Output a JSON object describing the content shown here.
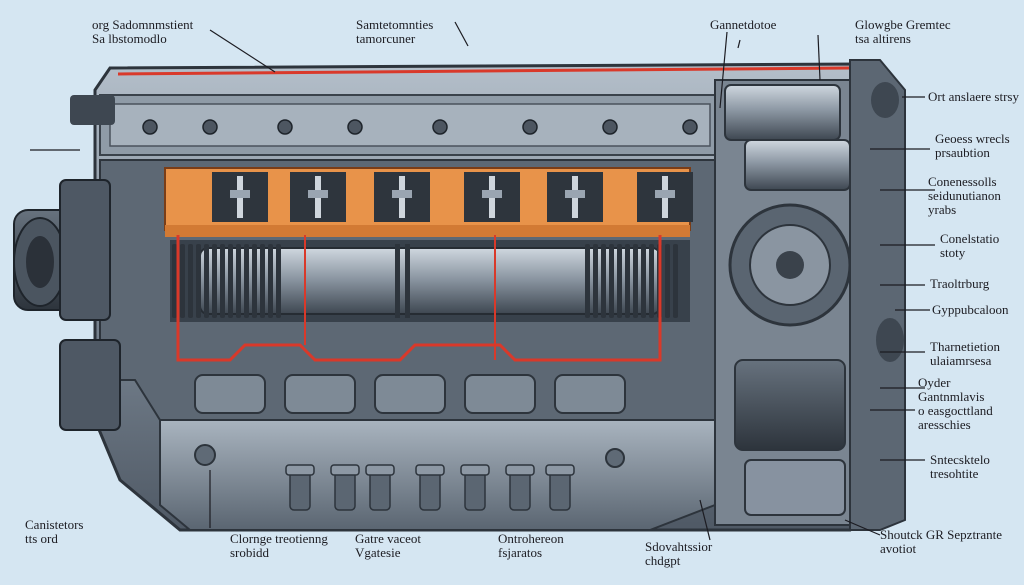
{
  "colors": {
    "background": "#d5e6f2",
    "housing": "#6f7b88",
    "housing_light": "#9aa6b3",
    "housing_dark": "#3f4853",
    "accent_orange": "#e8934a",
    "accent_red": "#d9392a",
    "leader_line": "#1c1c22"
  },
  "labels": {
    "top_left": [
      "org Sadomnmstient",
      "Sa lbstomodlo"
    ],
    "top_center": [
      "Samtetomnties",
      "tamorcuner"
    ],
    "top_right_a": [
      "Gannetdotoe"
    ],
    "top_right_b": [
      "Glowgbe Gremtec",
      "tsa altirens"
    ],
    "right_1": [
      "Ort anslaere strsy"
    ],
    "right_2": [
      "Geoess wrecls",
      "prsaubtion"
    ],
    "right_3": [
      "Conenessolls",
      "seidunutianon",
      "yrabs"
    ],
    "right_4": [
      "Conelstatio",
      "stoty"
    ],
    "right_5": [
      "Traoltrburg"
    ],
    "right_6": [
      "Gyppubcaloon"
    ],
    "right_7": [
      "Tharnetietion",
      "ulaiamrsesa"
    ],
    "right_8": [
      "Oyder",
      "Gantnmlavis",
      "o easgocttland",
      "aresschies"
    ],
    "right_9": [
      "Sntecsktelo",
      "tresohtite"
    ],
    "bottom_left": [
      "Canistetors",
      "tts ord"
    ],
    "bottom_1": [
      "Clornge treotienng",
      "srobidd"
    ],
    "bottom_2": [
      "Gatre vaceot",
      "Vgatesie"
    ],
    "bottom_3": [
      "Ontrohereon",
      "fsjaratos"
    ],
    "bottom_4": [
      "Sdovahtssior",
      "chdgpt"
    ],
    "bottom_right": [
      "Shoutck GR Sepztrante",
      "avotiot"
    ]
  }
}
